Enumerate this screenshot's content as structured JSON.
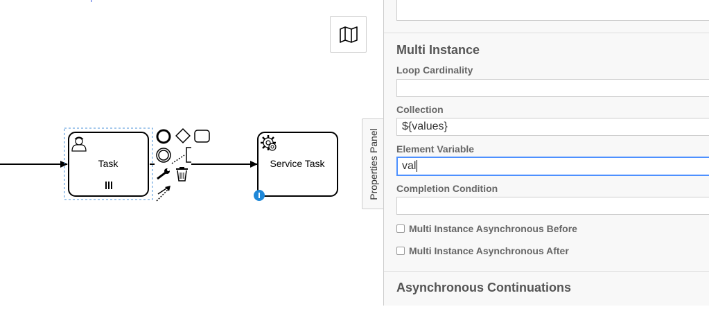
{
  "diagram": {
    "task": {
      "label": "Task"
    },
    "service_task": {
      "label": "Service Task"
    }
  },
  "properties_panel": {
    "tab_label": "Properties Panel",
    "multi_instance": {
      "title": "Multi Instance",
      "loop_cardinality": {
        "label": "Loop Cardinality",
        "value": ""
      },
      "collection": {
        "label": "Collection",
        "value": "${values}"
      },
      "element_variable": {
        "label": "Element Variable",
        "value": "val"
      },
      "completion_condition": {
        "label": "Completion Condition",
        "value": ""
      },
      "async_before": {
        "label": "Multi Instance Asynchronous Before",
        "checked": false
      },
      "async_after": {
        "label": "Multi Instance Asynchronous After",
        "checked": false
      }
    },
    "next_group_title": "Asynchronous Continuations"
  },
  "icons": {
    "minimap": "map-icon",
    "user_task": "user-icon",
    "service_task": "gear-icon",
    "multi_instance_marker": "parallel-marker-icon",
    "info_badge": "info-icon"
  },
  "colors": {
    "selection": "#4a90d9",
    "focus_border": "#4d90ff",
    "info_badge": "#1f88d8"
  }
}
